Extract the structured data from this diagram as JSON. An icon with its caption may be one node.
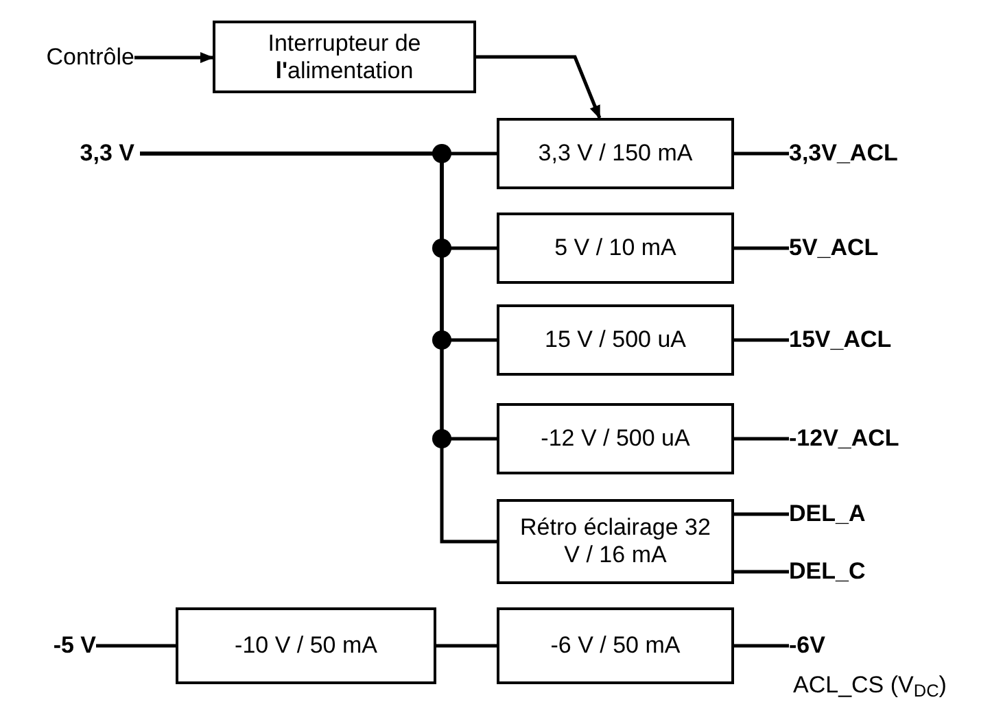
{
  "diagram": {
    "nodes": [
      {
        "text": [
          "Contrôle"
        ]
      },
      {
        "text": [
          "Interrupteur de **l'**alimentation"
        ]
      },
      {
        "text": [
          "3,3 V"
        ]
      },
      {
        "text": [
          "3,3 V / 150 mA"
        ]
      },
      {
        "text": [
          "3,3V_ACL"
        ]
      },
      {
        "text": [
          "5 V / 10 mA"
        ]
      },
      {
        "text": [
          "5V_ACL"
        ]
      },
      {
        "text": [
          "15 V / 500 uA"
        ]
      },
      {
        "text": [
          "15V_ACL"
        ]
      },
      {
        "text": [
          "-12 V / 500 uA"
        ]
      },
      {
        "text": [
          "-12V_ACL"
        ]
      },
      {
        "text": [
          "Rétro éclairage 32 V / 16 mA"
        ]
      },
      {
        "text": [
          "DEL_A"
        ]
      },
      {
        "text": [
          "DEL_C"
        ]
      },
      {
        "text": [
          "-5 V"
        ]
      },
      {
        "text": [
          "-10 V / 50 mA"
        ]
      },
      {
        "text": [
          "-6 V / 50 mA"
        ]
      },
      {
        "text": [
          "-6V"
        ]
      }
    ],
    "edges": [
      {
        "from": 0,
        "to": 1,
        "arrow": "to"
      },
      {
        "from": 1,
        "to": 3,
        "arrow": "to"
      },
      {
        "from": 2,
        "to": 3,
        "arrow": "none"
      },
      {
        "from": 2,
        "to": 5,
        "arrow": "none"
      },
      {
        "from": 2,
        "to": 7,
        "arrow": "none"
      },
      {
        "from": 2,
        "to": 9,
        "arrow": "none"
      },
      {
        "from": 2,
        "to": 11,
        "arrow": "none"
      },
      {
        "from": 3,
        "to": 4,
        "arrow": "none"
      },
      {
        "from": 5,
        "to": 6,
        "arrow": "none"
      },
      {
        "from": 7,
        "to": 8,
        "arrow": "none"
      },
      {
        "from": 9,
        "to": 10,
        "arrow": "none"
      },
      {
        "from": 11,
        "to": 12,
        "arrow": "none"
      },
      {
        "from": 11,
        "to": 13,
        "arrow": "none"
      },
      {
        "from": 14,
        "to": 15,
        "arrow": "none"
      },
      {
        "from": 15,
        "to": 16,
        "arrow": "none"
      },
      {
        "from": 16,
        "to": 17,
        "arrow": "none"
      }
    ],
    "labels": [
      "ACL_CS (V$_{DC}$)"
    ]
  }
}
